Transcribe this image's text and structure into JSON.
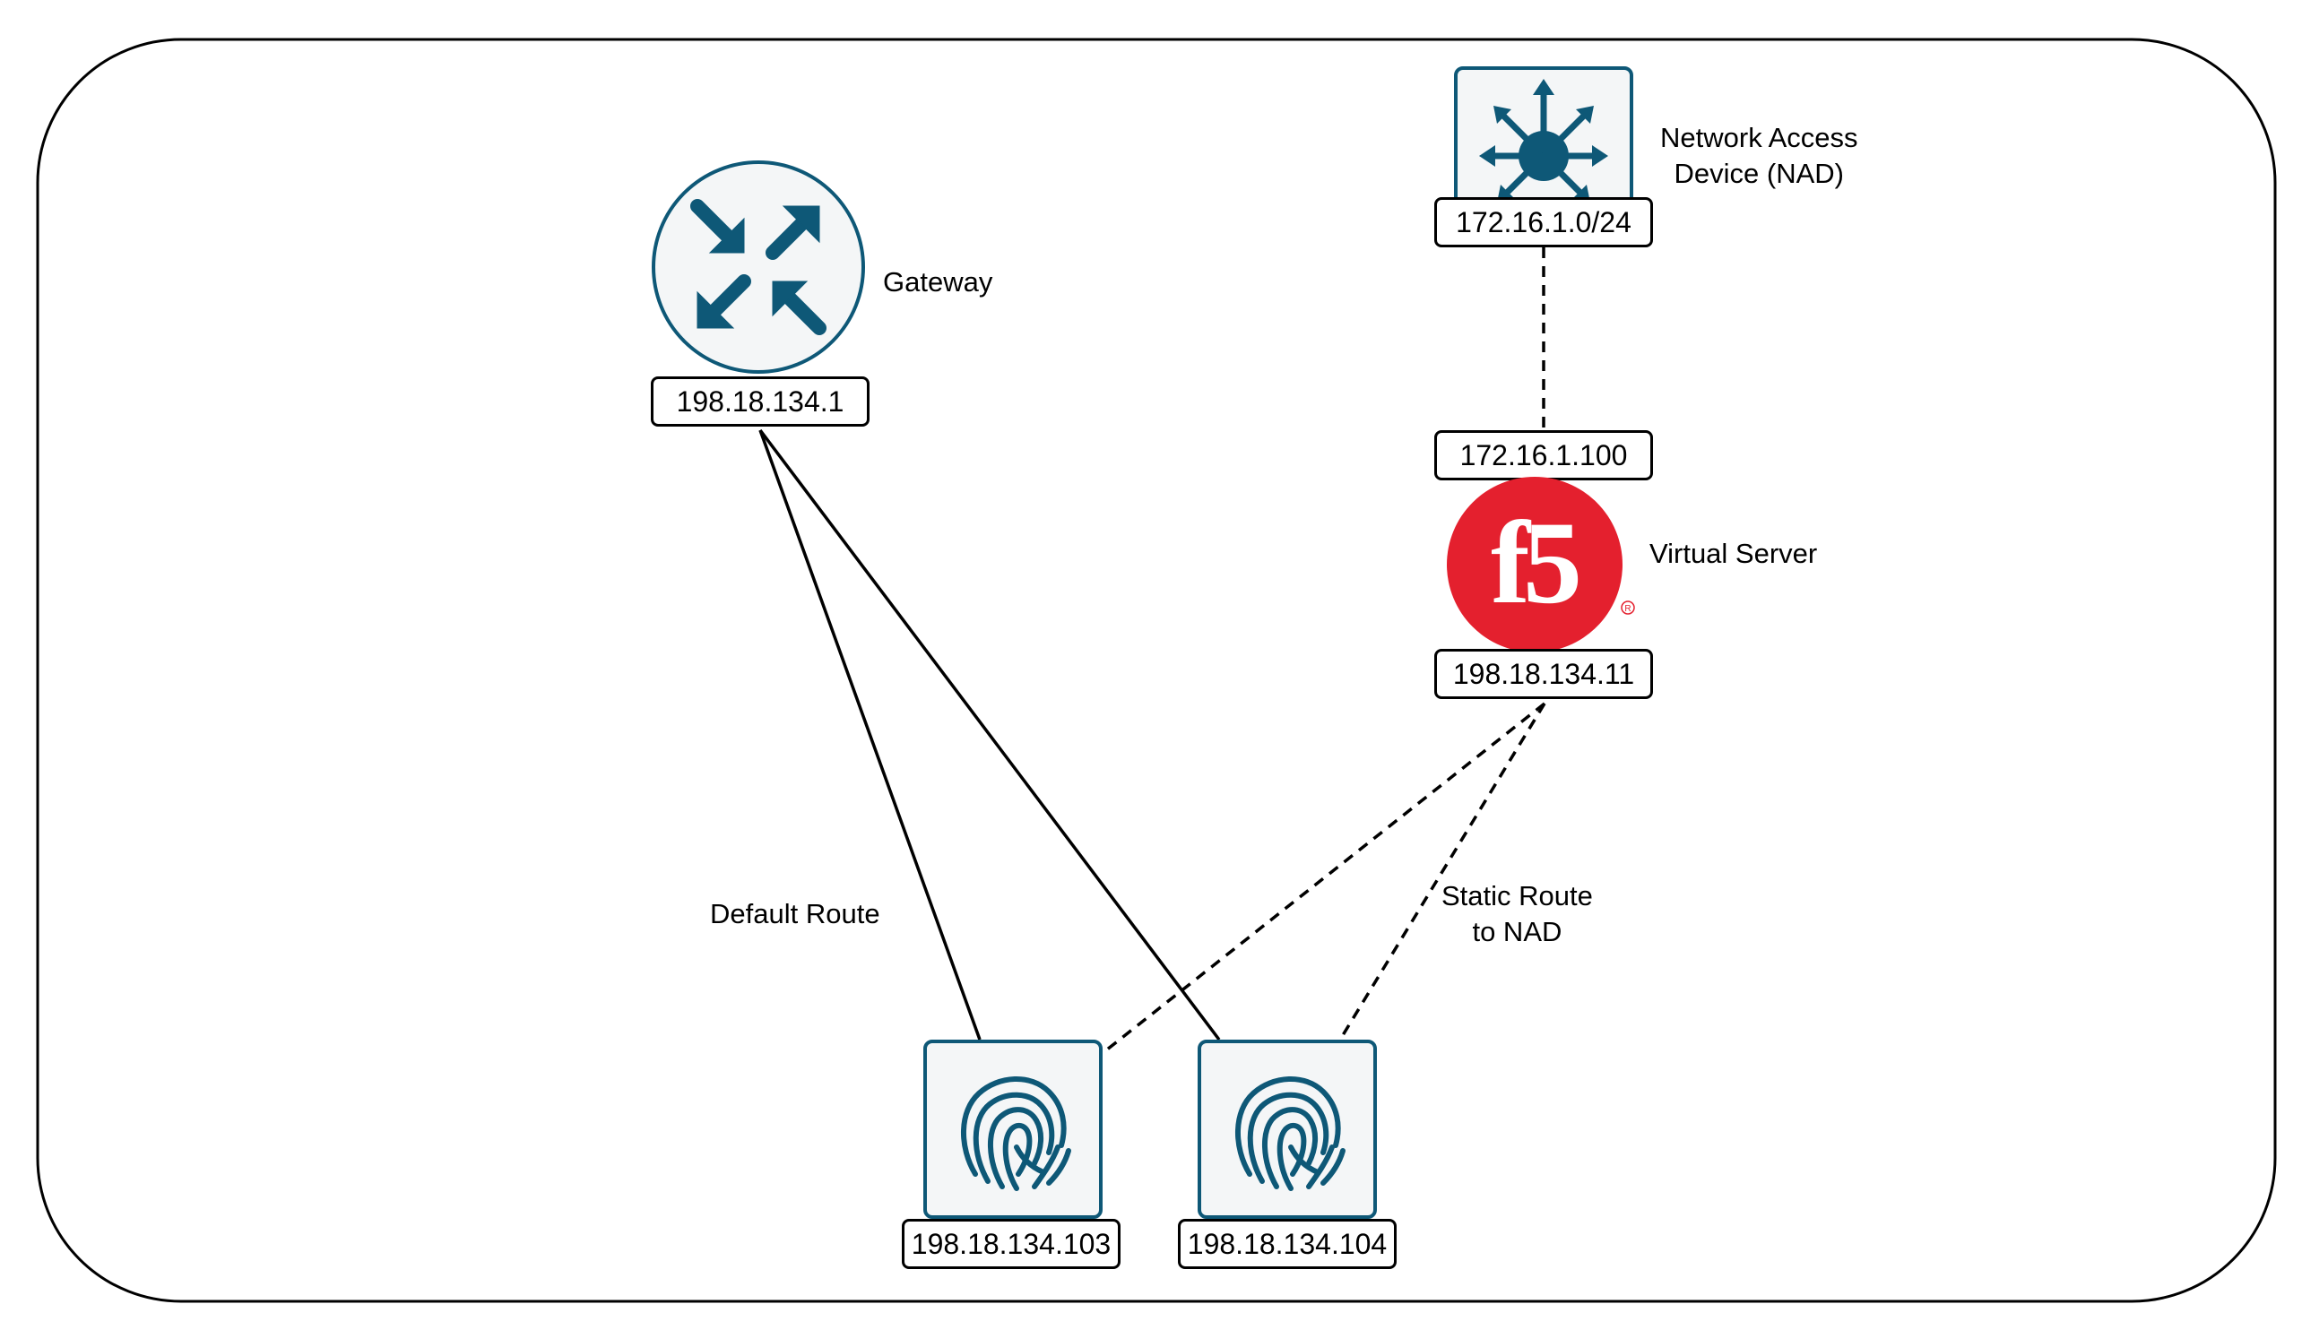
{
  "colors": {
    "icon_blue": "#0e5877",
    "icon_bg": "#f4f6f7",
    "f5_red": "#e4202e",
    "line": "#000000"
  },
  "gateway": {
    "label": "Gateway",
    "ip": "198.18.134.1",
    "icon": "router-icon"
  },
  "nad": {
    "label_line1": "Network Access",
    "label_line2": "Device (NAD)",
    "ip": "172.16.1.0/24",
    "icon": "switch-icon"
  },
  "virtual_server": {
    "label": "Virtual Server",
    "ip_top": "172.16.1.100",
    "ip_bottom": "198.18.134.11",
    "icon": "f5-logo"
  },
  "hosts": [
    {
      "ip": "198.18.134.103",
      "icon": "fingerprint-icon"
    },
    {
      "ip": "198.18.134.104",
      "icon": "fingerprint-icon"
    }
  ],
  "edge_labels": {
    "default_route": "Default Route",
    "static_route_line1": "Static Route",
    "static_route_line2": "to NAD"
  }
}
